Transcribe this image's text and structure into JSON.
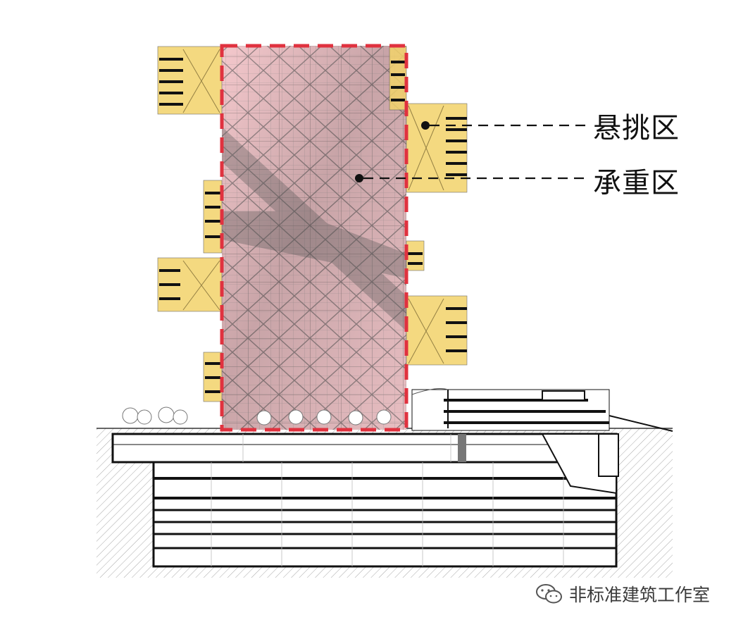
{
  "labels": {
    "cantilever_zone": "悬挑区",
    "load_bearing_zone": "承重区"
  },
  "watermark": {
    "text": "非标准建筑工作室",
    "icon": "wechat-icon"
  },
  "colors": {
    "cantilever_fill": "#f3d36b",
    "load_bearing_fill": "#f4c8cc",
    "load_bearing_outline": "#e0323f",
    "structure_line": "#111111",
    "ground_hatch": "#9a9a9a"
  },
  "diagram": {
    "type": "building-section",
    "zones": [
      "cantilever",
      "load-bearing"
    ]
  }
}
